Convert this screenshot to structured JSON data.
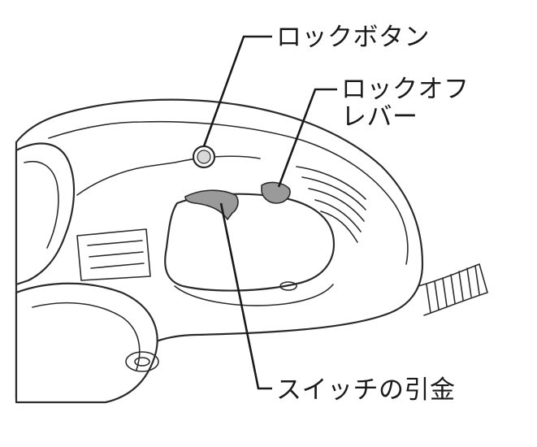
{
  "labels": {
    "lock_button": "ロックボタン",
    "lock_off_lever_line1": "ロックオフ",
    "lock_off_lever_line2": "レバー",
    "switch_trigger": "スイッチの引金"
  },
  "colors": {
    "line": "#2b2b2b",
    "highlight_part": "#9a9a9a",
    "background": "#ffffff"
  }
}
